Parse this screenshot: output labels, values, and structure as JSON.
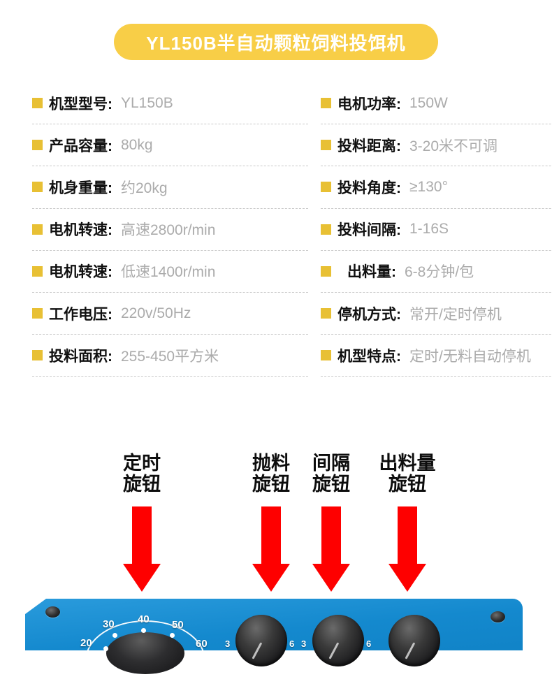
{
  "title": {
    "text": "YL150B半自动颗粒饲料投饵机",
    "banner_color": "#F8CE47",
    "text_color": "#FFFFFF"
  },
  "colors": {
    "bullet": "#E8C034",
    "label": "#101010",
    "value": "#ABABAB",
    "divider": "#C9C9C9",
    "arrow": "#FE0000",
    "panel_blue": "#1489CE"
  },
  "specs": {
    "left_column": [
      {
        "label": "机型型号:",
        "value": "YL150B"
      },
      {
        "label": "产品容量:",
        "value": "80kg"
      },
      {
        "label": "机身重量:",
        "value": "约20kg"
      },
      {
        "label": "电机转速:",
        "value": "高速2800r/min"
      },
      {
        "label": "电机转速:",
        "value": "低速1400r/min"
      },
      {
        "label": "工作电压:",
        "value": "220v/50Hz"
      },
      {
        "label": "投料面积:",
        "value": "255-450平方米"
      }
    ],
    "right_column": [
      {
        "label": "电机功率:",
        "value": "150W"
      },
      {
        "label": "投料距离:",
        "value": "3-20米不可调"
      },
      {
        "label": "投料角度:",
        "value": "≥130°"
      },
      {
        "label": "投料间隔:",
        "value": "1-16S"
      },
      {
        "label": "出料量:",
        "value": "6-8分钟/包"
      },
      {
        "label": "停机方式:",
        "value": "常开/定时停机"
      },
      {
        "label": "机型特点:",
        "value": "定时/无料自动停机"
      }
    ]
  },
  "callouts": [
    {
      "line1": "定时",
      "line2": "旋钮"
    },
    {
      "line1": "抛料",
      "line2": "旋钮"
    },
    {
      "line1": "间隔",
      "line2": "旋钮"
    },
    {
      "line1": "出料量",
      "line2": "旋钮"
    }
  ],
  "panel": {
    "dial_scale": [
      "20",
      "30",
      "40",
      "50",
      "60"
    ],
    "knob_marks": [
      "3",
      "6",
      "3",
      "6"
    ]
  }
}
